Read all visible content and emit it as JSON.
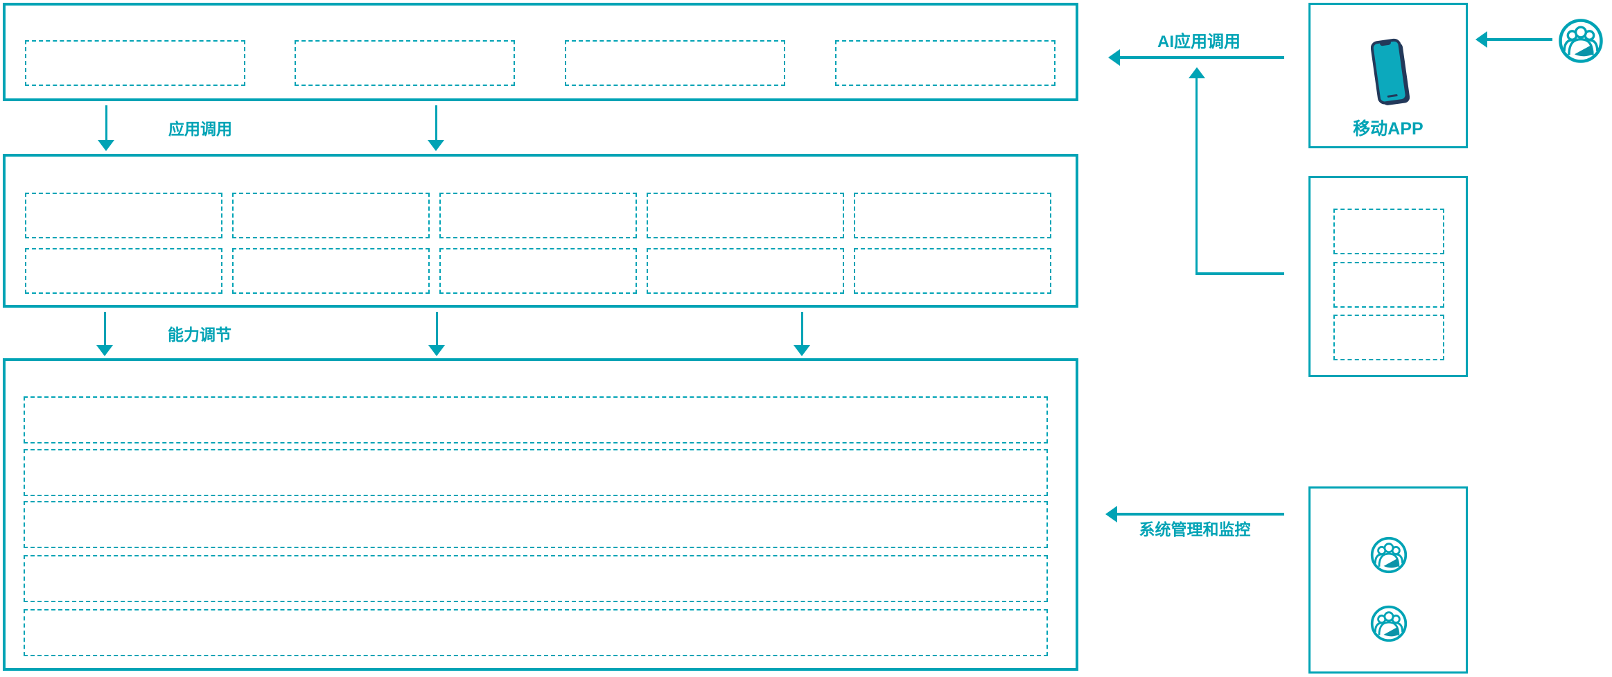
{
  "labels": {
    "app_call": "应用调用",
    "capability_adjust": "能力调节",
    "ai_app_call": "AI应用调用",
    "mobile_app": "移动APP",
    "system_management": "系统管理和监控"
  },
  "colors": {
    "accent_teal": "#00a3b5",
    "phone_body_navy": "#23395a",
    "phone_screen_teal": "#0ca9bd",
    "icon_wedge_teal": "#0a93a8"
  },
  "icons": {
    "phone": "smartphone-icon",
    "users": "user-group-icon"
  },
  "structure": {
    "top_layer_slot_count": 4,
    "middle_layer_rows": 2,
    "middle_layer_cols": 5,
    "bottom_layer_row_count": 5,
    "right_panel_slot_count": 3,
    "admin_panel_icon_count": 2
  }
}
